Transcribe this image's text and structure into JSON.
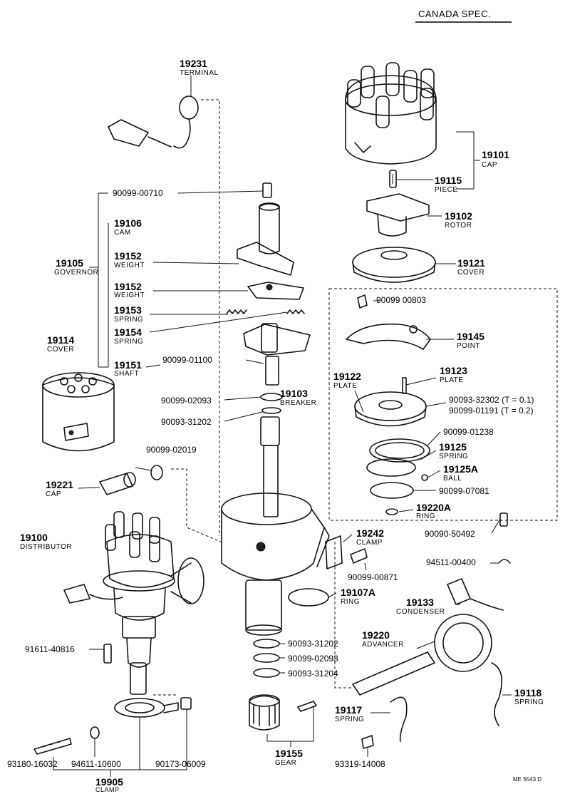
{
  "header": {
    "spec": "CANADA SPEC."
  },
  "footer": {
    "code": "ME 5543 D"
  },
  "labels": {
    "terminal": {
      "no": "19231",
      "name": "TERMINAL"
    },
    "cap_assy": {
      "no": "19101",
      "name": "CAP"
    },
    "piece": {
      "no": "19115",
      "name": "PIECE"
    },
    "rotor": {
      "no": "19102",
      "name": "ROTOR"
    },
    "cover_dust": {
      "no": "19121",
      "name": "COVER"
    },
    "screw_top": {
      "no": "90099-00710"
    },
    "cam": {
      "no": "19106",
      "name": "CAM"
    },
    "governor": {
      "no": "19105",
      "name": "GOVERNOR"
    },
    "weight1": {
      "no": "19152",
      "name": "WEIGHT"
    },
    "weight2": {
      "no": "19152",
      "name": "WEIGHT"
    },
    "spring1": {
      "no": "19153",
      "name": "SPRING"
    },
    "spring2": {
      "no": "19154",
      "name": "SPRING"
    },
    "shaft": {
      "no": "19151",
      "name": "SHAFT"
    },
    "washer_shaft": {
      "no": "90099-01100"
    },
    "cover_box": {
      "no": "19114",
      "name": "COVER"
    },
    "washer_a": {
      "no": "90099-02093"
    },
    "washer_b": {
      "no": "90093-31202"
    },
    "breaker": {
      "no": "19103",
      "name": "BREAKER"
    },
    "screw_plate": {
      "no": "90099 00803"
    },
    "point": {
      "no": "19145",
      "name": "POINT"
    },
    "plate_upper": {
      "no": "19123",
      "name": "PLATE"
    },
    "plate_lower": {
      "no": "19122",
      "name": "PLATE"
    },
    "washer_t1": {
      "no": "90093-32302 (T = 0.1)"
    },
    "washer_t2": {
      "no": "90099-01191 (T = 0.2)"
    },
    "washer_c": {
      "no": "90099-01238"
    },
    "spring_plate": {
      "no": "19125",
      "name": "SPRING"
    },
    "ball": {
      "no": "19125A",
      "name": "BALL"
    },
    "snap_ring": {
      "no": "90099-07081"
    },
    "ring_small": {
      "no": "19220A",
      "name": "RING"
    },
    "washer_d": {
      "no": "90099-02019"
    },
    "cap_small": {
      "no": "19221",
      "name": "CAP"
    },
    "distributor": {
      "no": "19100",
      "name": "DISTRIBUTOR"
    },
    "clamp_small": {
      "no": "19242",
      "name": "CLAMP"
    },
    "screw_clamp": {
      "no": "90099-00871"
    },
    "screw_right": {
      "no": "90090-50492"
    },
    "clip": {
      "no": "94511-00400"
    },
    "oring": {
      "no": "19107A",
      "name": "RING"
    },
    "condenser": {
      "no": "19133",
      "name": "CONDENSER"
    },
    "advancer": {
      "no": "19220",
      "name": "ADVANCER"
    },
    "w1": {
      "no": "90093-31202"
    },
    "w2": {
      "no": "90099-02093"
    },
    "w3": {
      "no": "90093-31204"
    },
    "bolt_left": {
      "no": "91611-40816"
    },
    "spring_adv": {
      "no": "19118",
      "name": "SPRING"
    },
    "spring_link": {
      "no": "19117",
      "name": "SPRING"
    },
    "gear": {
      "no": "19155",
      "name": "GEAR"
    },
    "screw_bottom": {
      "no": "93319-14008"
    },
    "bolt_bottom": {
      "no": "93180-16032"
    },
    "washer_bottom": {
      "no": "94611-10600"
    },
    "nut_bottom": {
      "no": "90173-06009"
    },
    "clamp_big": {
      "no": "19905",
      "name": "CLAMP"
    }
  }
}
